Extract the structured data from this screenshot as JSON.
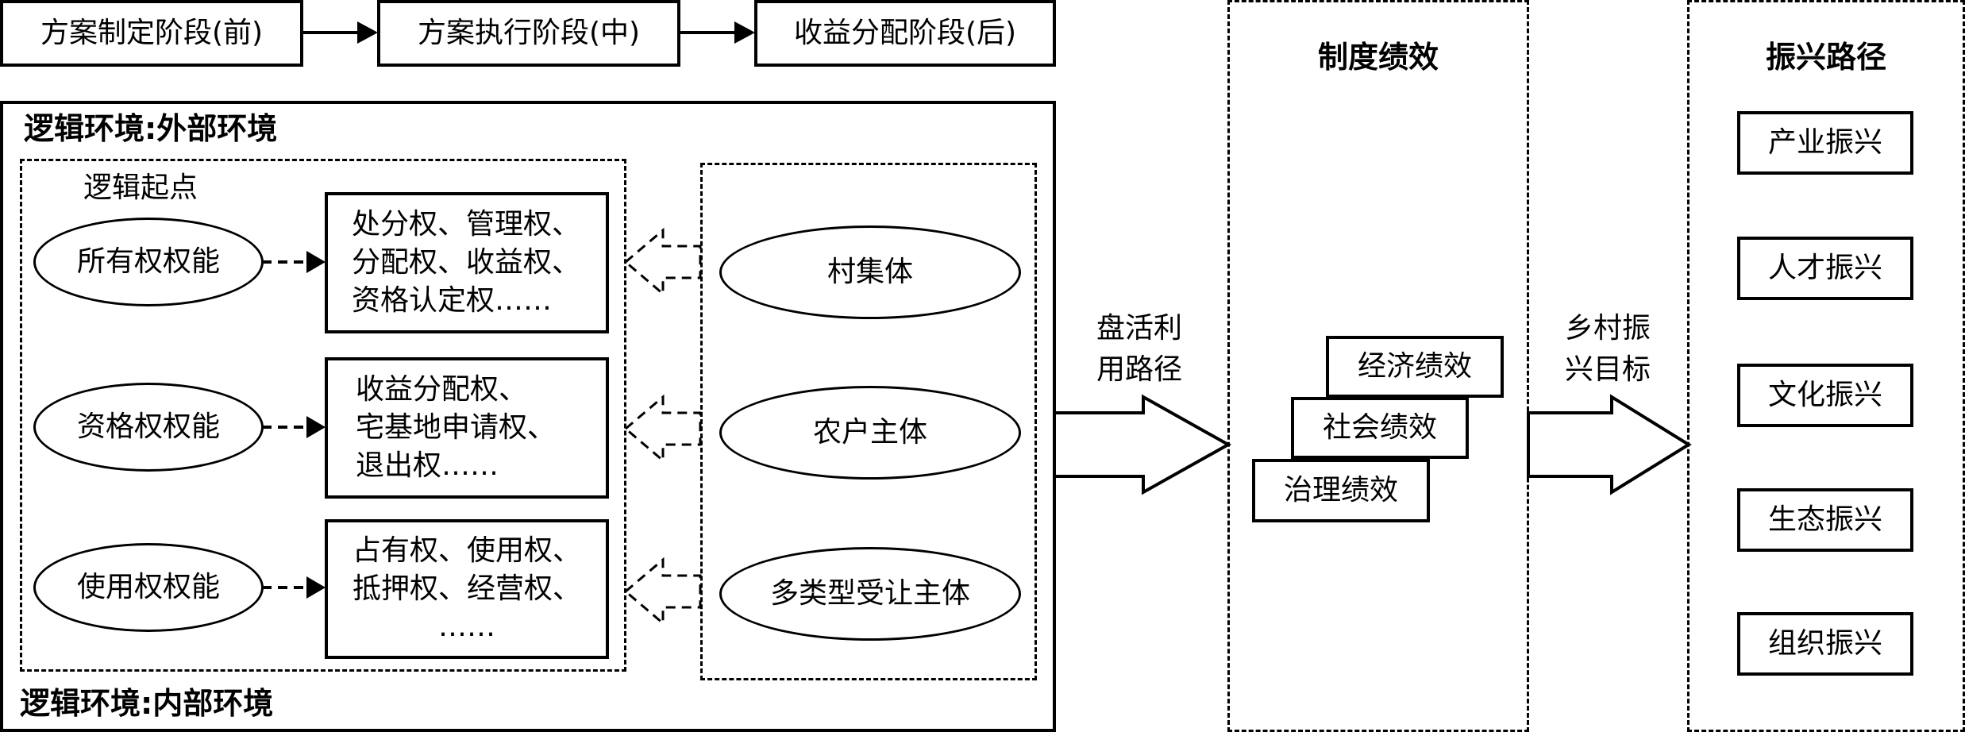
{
  "stages": [
    {
      "label": "方案制定阶段(前)"
    },
    {
      "label": "方案执行阶段(中)"
    },
    {
      "label": "收益分配阶段(后)"
    }
  ],
  "env": {
    "external_label": "逻辑环境:外部环境",
    "internal_label": "逻辑环境:内部环境",
    "logic_start_label": "逻辑起点"
  },
  "powers": [
    {
      "label": "所有权权能",
      "rights": [
        "处分权、管理权、",
        "分配权、收益权、",
        "资格认定权……"
      ]
    },
    {
      "label": "资格权权能",
      "rights": [
        "收益分配权、",
        "宅基地申请权、",
        "退出权……"
      ]
    },
    {
      "label": "使用权权能",
      "rights": [
        "占有权、使用权、",
        "抵押权、经营权、",
        "……"
      ]
    }
  ],
  "subjects": [
    {
      "label": "村集体"
    },
    {
      "label": "农户主体"
    },
    {
      "label": "多类型受让主体"
    }
  ],
  "path_arrow": {
    "lines": [
      "盘活利",
      "用路径"
    ]
  },
  "performance": {
    "title": "制度绩效",
    "items": [
      {
        "label": "经济绩效"
      },
      {
        "label": "社会绩效"
      },
      {
        "label": "治理绩效"
      }
    ]
  },
  "goal_arrow": {
    "lines": [
      "乡村振",
      "兴目标"
    ]
  },
  "revitalization": {
    "title": "振兴路径",
    "items": [
      {
        "label": "产业振兴"
      },
      {
        "label": "人才振兴"
      },
      {
        "label": "文化振兴"
      },
      {
        "label": "生态振兴"
      },
      {
        "label": "组织振兴"
      }
    ]
  }
}
